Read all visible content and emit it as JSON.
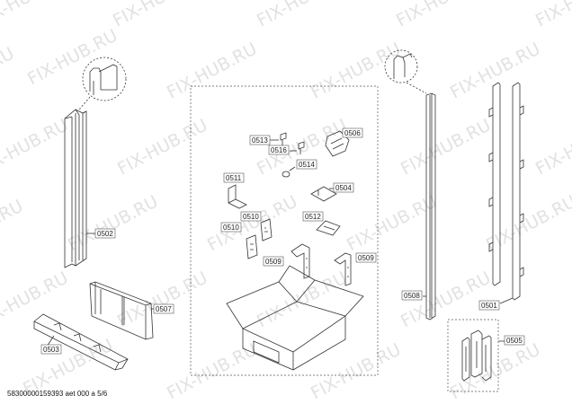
{
  "watermark_text": "FIX-HUB.RU",
  "part_labels": [
    "0502",
    "0503",
    "0507",
    "0513",
    "0516",
    "0506",
    "0514",
    "0511",
    "0504",
    "0510",
    "0510",
    "0512",
    "0509",
    "0509",
    "0508",
    "0501",
    "0505"
  ],
  "footer_text": "58300000159393 aet 000 a 5/6"
}
